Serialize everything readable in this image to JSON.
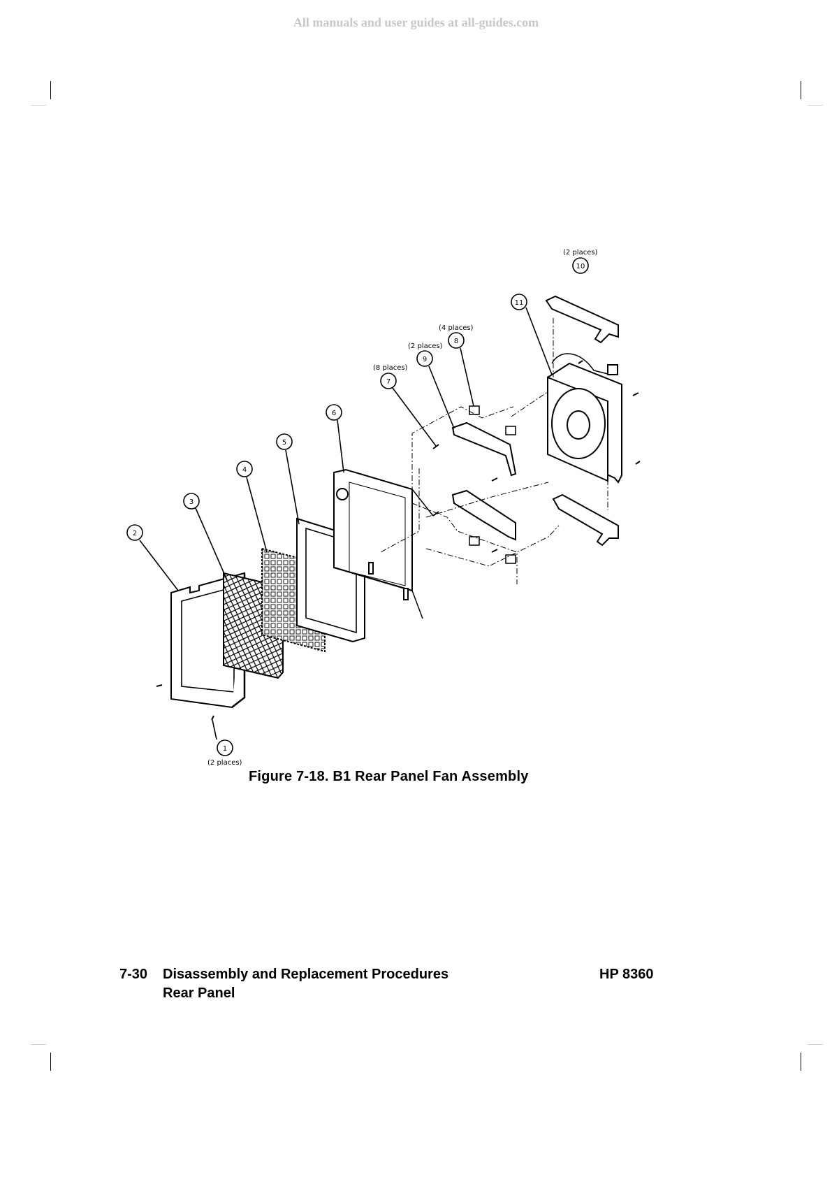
{
  "watermark": "All manuals and user guides at all-guides.com",
  "figure": {
    "callouts": [
      {
        "number": "1",
        "note": "(2 places)"
      },
      {
        "number": "2",
        "note": ""
      },
      {
        "number": "3",
        "note": ""
      },
      {
        "number": "4",
        "note": ""
      },
      {
        "number": "5",
        "note": ""
      },
      {
        "number": "6",
        "note": ""
      },
      {
        "number": "7",
        "note": "(8 places)"
      },
      {
        "number": "8",
        "note": "(4 places)"
      },
      {
        "number": "9",
        "note": "(2 places)"
      },
      {
        "number": "10",
        "note": "(2 places)"
      },
      {
        "number": "11",
        "note": ""
      }
    ],
    "caption": "Figure 7-18. B1 Rear Panel Fan Assembly"
  },
  "footer": {
    "page_number": "7-30",
    "section_title": "Disassembly and Replacement Procedures",
    "subsection": "Rear Panel",
    "model": "HP 8360"
  }
}
